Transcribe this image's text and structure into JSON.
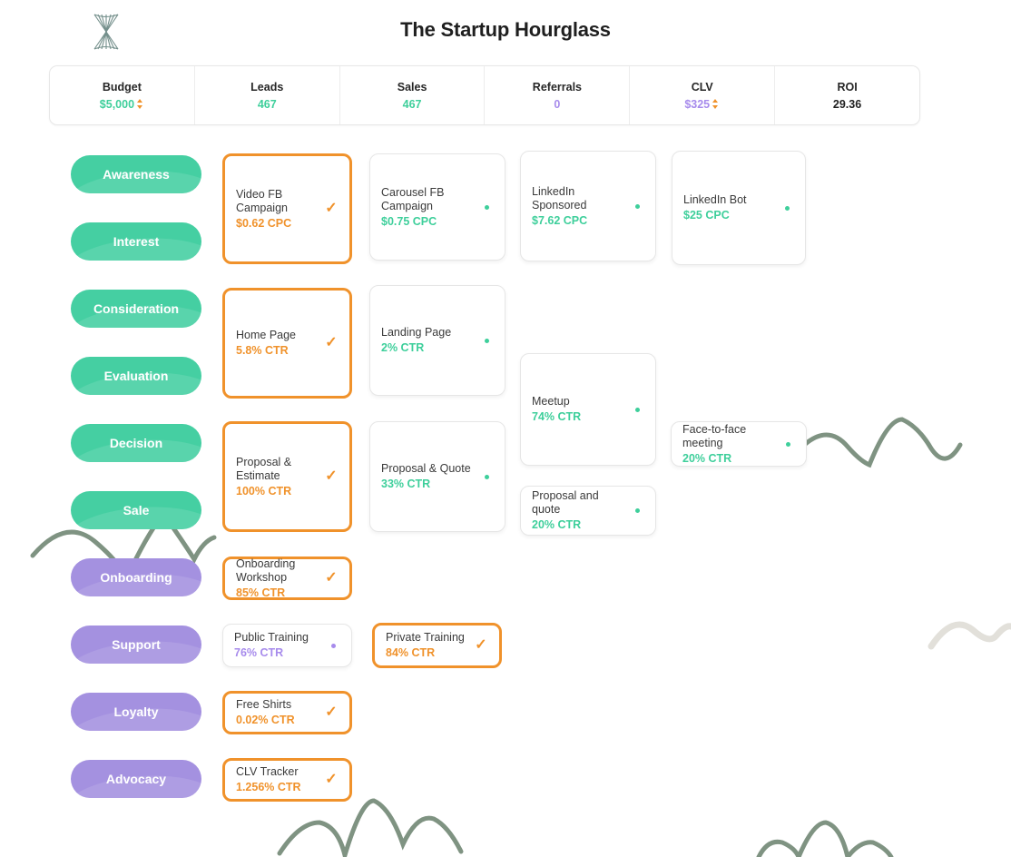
{
  "header": {
    "title": "The Startup Hourglass",
    "logo_icon": "hourglass-icon"
  },
  "metrics": [
    {
      "label": "Budget",
      "value": "$5,000",
      "color": "green",
      "stepper": true
    },
    {
      "label": "Leads",
      "value": "467",
      "color": "green",
      "stepper": false
    },
    {
      "label": "Sales",
      "value": "467",
      "color": "green",
      "stepper": false
    },
    {
      "label": "Referrals",
      "value": "0",
      "color": "purple",
      "stepper": false
    },
    {
      "label": "CLV",
      "value": "$325",
      "color": "purple",
      "stepper": true
    },
    {
      "label": "ROI",
      "value": "29.36",
      "color": "dark",
      "stepper": false
    }
  ],
  "stages": [
    {
      "label": "Awareness",
      "tone": "green"
    },
    {
      "label": "Interest",
      "tone": "green"
    },
    {
      "label": "Consideration",
      "tone": "green"
    },
    {
      "label": "Evaluation",
      "tone": "green"
    },
    {
      "label": "Decision",
      "tone": "green"
    },
    {
      "label": "Sale",
      "tone": "green"
    },
    {
      "label": "Onboarding",
      "tone": "purple"
    },
    {
      "label": "Support",
      "tone": "purple"
    },
    {
      "label": "Loyalty",
      "tone": "purple"
    },
    {
      "label": "Advocacy",
      "tone": "purple"
    }
  ],
  "cards": [
    {
      "name": "Video FB Campaign",
      "metric": "$0.62 CPC",
      "selected": true,
      "tone": "orange"
    },
    {
      "name": "Carousel FB Campaign",
      "metric": "$0.75 CPC",
      "selected": false,
      "tone": "green"
    },
    {
      "name": "LinkedIn Sponsored",
      "metric": "$7.62 CPC",
      "selected": false,
      "tone": "green"
    },
    {
      "name": "LinkedIn Bot",
      "metric": "$25 CPC",
      "selected": false,
      "tone": "green"
    },
    {
      "name": "Home Page",
      "metric": "5.8% CTR",
      "selected": true,
      "tone": "orange"
    },
    {
      "name": "Landing Page",
      "metric": "2% CTR",
      "selected": false,
      "tone": "green"
    },
    {
      "name": "Meetup",
      "metric": "74% CTR",
      "selected": false,
      "tone": "green"
    },
    {
      "name": "Face-to-face meeting",
      "metric": "20% CTR",
      "selected": false,
      "tone": "green"
    },
    {
      "name": "Proposal & Estimate",
      "metric": "100% CTR",
      "selected": true,
      "tone": "orange"
    },
    {
      "name": "Proposal & Quote",
      "metric": "33% CTR",
      "selected": false,
      "tone": "green"
    },
    {
      "name": "Proposal and quote",
      "metric": "20% CTR",
      "selected": false,
      "tone": "green"
    },
    {
      "name": "Onboarding Workshop",
      "metric": "85% CTR",
      "selected": true,
      "tone": "orange"
    },
    {
      "name": "Public Training",
      "metric": "76% CTR",
      "selected": false,
      "tone": "purple"
    },
    {
      "name": "Private Training",
      "metric": "84% CTR",
      "selected": true,
      "tone": "orange"
    },
    {
      "name": "Free Shirts",
      "metric": "0.02% CTR",
      "selected": true,
      "tone": "orange"
    },
    {
      "name": "CLV Tracker",
      "metric": "1.256% CTR",
      "selected": true,
      "tone": "orange"
    }
  ],
  "colors": {
    "accent_orange": "#f0922b",
    "green": "#3ecf9b",
    "purple": "#a78bec",
    "pill_green": "#45cfa2",
    "pill_purple": "#a491e0",
    "wave_dark": "#7f9382",
    "wave_light": "#e2e0da"
  }
}
